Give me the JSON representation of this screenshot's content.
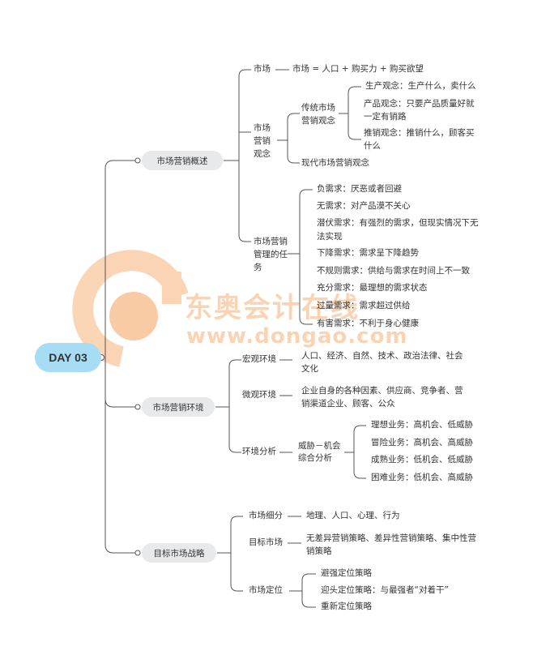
{
  "root": {
    "label": "DAY 03"
  },
  "watermark": {
    "cn": "东奥会计在线",
    "url": "www.dongao.com",
    "color": "#f5a25a"
  },
  "colors": {
    "root_fill": "#a7dcf5",
    "pill_fill": "#e8e9eb",
    "line": "#555555"
  },
  "branches": [
    {
      "label": "市场营销概述",
      "children": [
        {
          "label": "市场",
          "detail": "市场 = 人口 + 购买力 + 购买欲望"
        },
        {
          "label": "市场营销观念",
          "children": [
            {
              "label": "传统市场营销观念",
              "children": [
                {
                  "label": "生产观念：生产什么，卖什么"
                },
                {
                  "label": "产品观念：只要产品质量好就一定有销路"
                },
                {
                  "label": "推销观念：推销什么，顾客买什么"
                }
              ]
            },
            {
              "label": "现代市场营销观念"
            }
          ]
        },
        {
          "label": "市场营销管理的任务",
          "children": [
            {
              "label": "负需求：厌恶或者回避"
            },
            {
              "label": "无需求：对产品漠不关心"
            },
            {
              "label": "潜伏需求：有强烈的需求，但现实情况下无法实现"
            },
            {
              "label": "下降需求：需求呈下降趋势"
            },
            {
              "label": "不规则需求：供给与需求在时间上不一致"
            },
            {
              "label": "充分需求：最理想的需求状态"
            },
            {
              "label": "过量需求：需求超过供给"
            },
            {
              "label": "有害需求：不利于身心健康"
            }
          ]
        }
      ]
    },
    {
      "label": "市场营销环境",
      "children": [
        {
          "label": "宏观环境",
          "detail": "人口、经济、自然、技术、政治法律、社会文化"
        },
        {
          "label": "微观环境",
          "detail": "企业自身的各种因素、供应商、竞争者、营销渠道企业、顾客、公众"
        },
        {
          "label": "环境分析",
          "sub": "威胁－机会综合分析",
          "children": [
            {
              "label": "理想业务：高机会、低威胁"
            },
            {
              "label": "冒险业务：高机会、高威胁"
            },
            {
              "label": "成熟业务：低机会、低威胁"
            },
            {
              "label": "困难业务：低机会、高威胁"
            }
          ]
        }
      ]
    },
    {
      "label": "目标市场战略",
      "children": [
        {
          "label": "市场细分",
          "detail": "地理、人口、心理、行为"
        },
        {
          "label": "目标市场",
          "detail": "无差异营销策略、差异性营销策略、集中性营销策略"
        },
        {
          "label": "市场定位",
          "children": [
            {
              "label": "避强定位策略"
            },
            {
              "label": "迎头定位策略：与最强者“对着干”"
            },
            {
              "label": "重新定位策略"
            }
          ]
        }
      ]
    }
  ]
}
